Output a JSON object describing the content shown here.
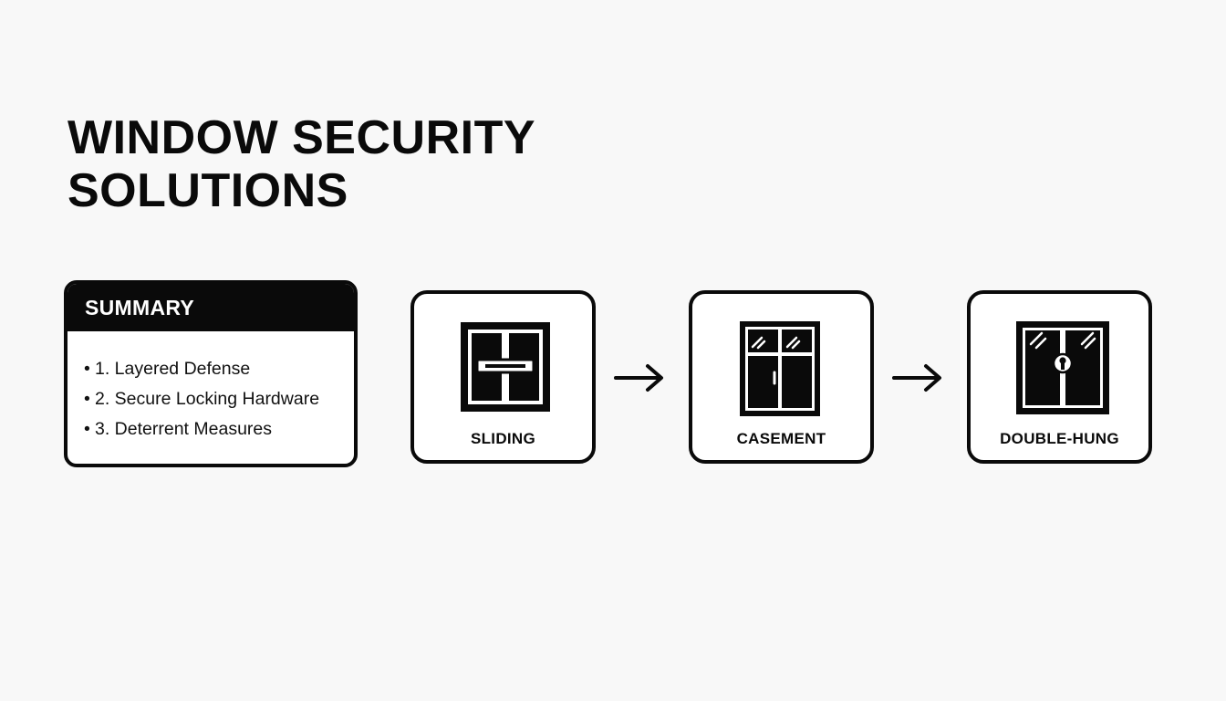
{
  "title": {
    "line1": "WINDOW SECURITY",
    "line2": "SOLUTIONS"
  },
  "summary": {
    "header": "SUMMARY",
    "items": [
      "1. Layered Defense",
      "2. Secure Locking Hardware",
      "3. Deterrent Measures"
    ]
  },
  "steps": [
    {
      "label": "SLIDING",
      "icon": "sliding-window-icon"
    },
    {
      "label": "CASEMENT",
      "icon": "casement-window-icon"
    },
    {
      "label": "DOUBLE-HUNG",
      "icon": "double-hung-window-icon"
    }
  ],
  "connectors": [
    "arrow-right-icon",
    "arrow-right-icon"
  ],
  "colors": {
    "background": "#f8f8f8",
    "ink": "#0a0a0a",
    "card": "#ffffff"
  }
}
